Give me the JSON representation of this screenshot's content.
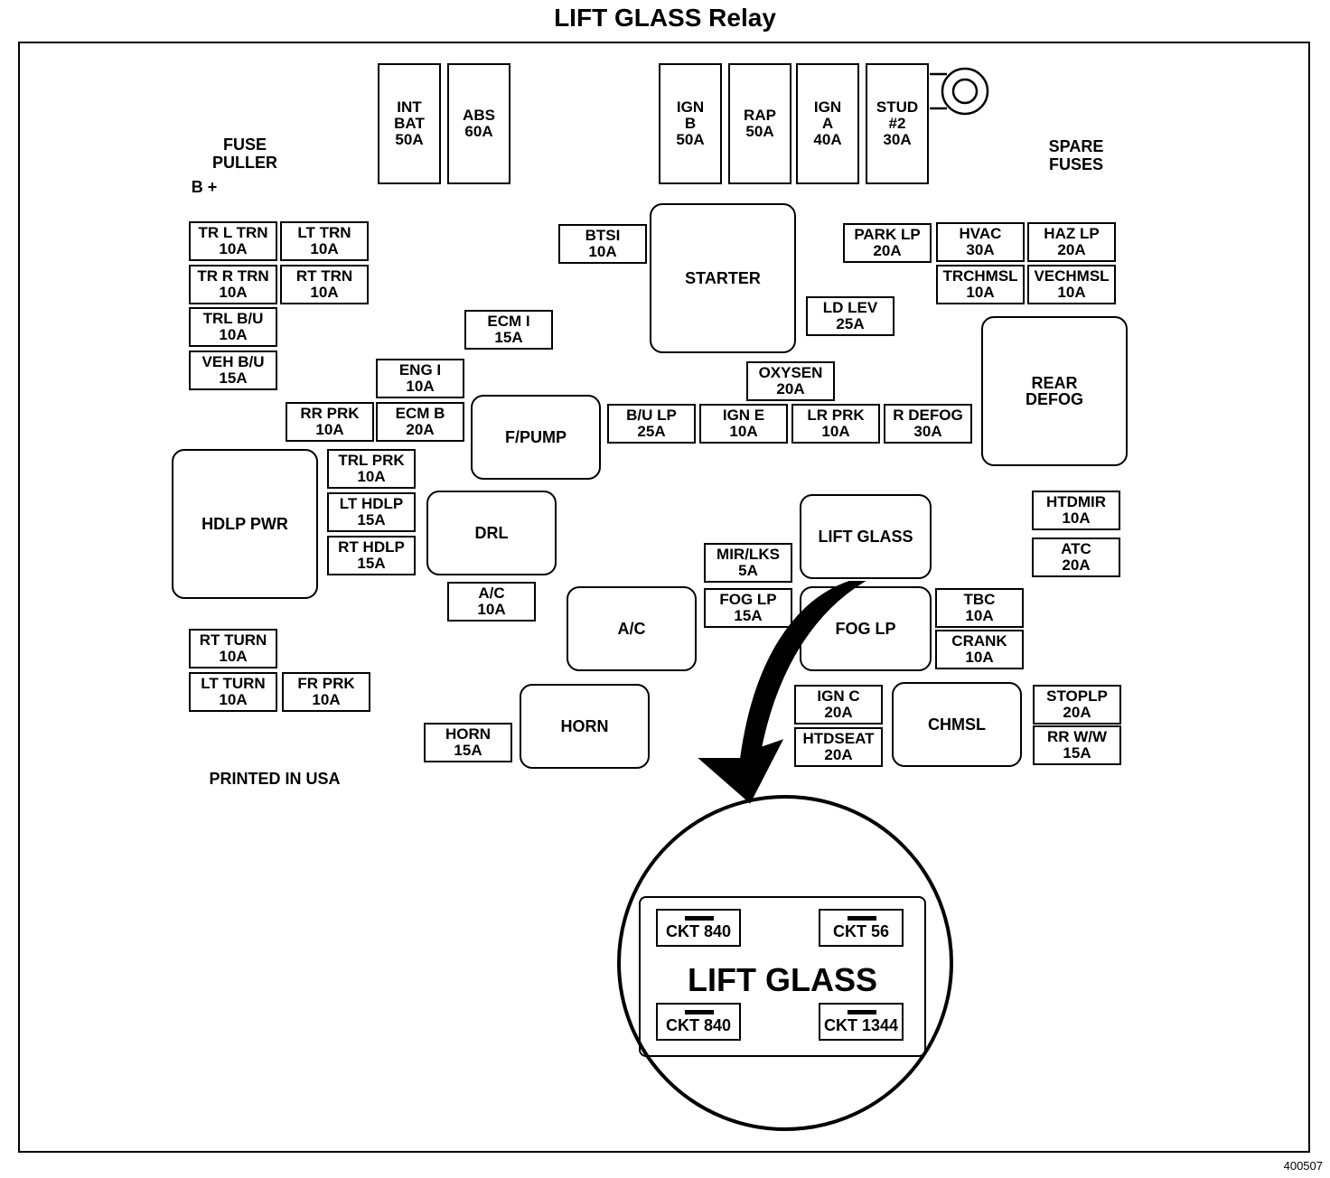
{
  "title": "LIFT GLASS Relay",
  "labels": {
    "fuse_puller": [
      "FUSE",
      "PULLER"
    ],
    "b_plus": "B +",
    "spare_fuses": [
      "SPARE",
      "FUSES"
    ],
    "printed": "PRINTED IN USA",
    "figure_id": "400507"
  },
  "maxi_fuses": [
    {
      "id": "int-bat",
      "lines": [
        "INT",
        "BAT",
        "50A"
      ]
    },
    {
      "id": "abs",
      "lines": [
        "ABS",
        "60A"
      ]
    },
    {
      "id": "ign-b",
      "lines": [
        "IGN",
        "B",
        "50A"
      ]
    },
    {
      "id": "rap",
      "lines": [
        "RAP",
        "50A"
      ]
    },
    {
      "id": "ign-a",
      "lines": [
        "IGN",
        "A",
        "40A"
      ]
    },
    {
      "id": "stud-2",
      "lines": [
        "STUD",
        "#2",
        "30A"
      ]
    }
  ],
  "fuses": [
    {
      "id": "tr-l-trn",
      "lines": [
        "TR L TRN",
        "10A"
      ]
    },
    {
      "id": "lt-trn",
      "lines": [
        "LT TRN",
        "10A"
      ]
    },
    {
      "id": "tr-r-trn",
      "lines": [
        "TR R TRN",
        "10A"
      ]
    },
    {
      "id": "rt-trn",
      "lines": [
        "RT TRN",
        "10A"
      ]
    },
    {
      "id": "trl-bu",
      "lines": [
        "TRL B/U",
        "10A"
      ]
    },
    {
      "id": "veh-bu",
      "lines": [
        "VEH B/U",
        "15A"
      ]
    },
    {
      "id": "btsi",
      "lines": [
        "BTSI",
        "10A"
      ]
    },
    {
      "id": "ecm-i",
      "lines": [
        "ECM I",
        "15A"
      ]
    },
    {
      "id": "eng-i",
      "lines": [
        "ENG I",
        "10A"
      ]
    },
    {
      "id": "rr-prk",
      "lines": [
        "RR PRK",
        "10A"
      ]
    },
    {
      "id": "ecm-b",
      "lines": [
        "ECM B",
        "20A"
      ]
    },
    {
      "id": "trl-prk",
      "lines": [
        "TRL PRK",
        "10A"
      ]
    },
    {
      "id": "lt-hdlp",
      "lines": [
        "LT HDLP",
        "15A"
      ]
    },
    {
      "id": "rt-hdlp",
      "lines": [
        "RT HDLP",
        "15A"
      ]
    },
    {
      "id": "ac-fuse",
      "lines": [
        "A/C",
        "10A"
      ]
    },
    {
      "id": "rt-turn",
      "lines": [
        "RT TURN",
        "10A"
      ]
    },
    {
      "id": "lt-turn",
      "lines": [
        "LT TURN",
        "10A"
      ]
    },
    {
      "id": "fr-prk",
      "lines": [
        "FR PRK",
        "10A"
      ]
    },
    {
      "id": "horn-fuse",
      "lines": [
        "HORN",
        "15A"
      ]
    },
    {
      "id": "park-lp",
      "lines": [
        "PARK LP",
        "20A"
      ]
    },
    {
      "id": "hvac",
      "lines": [
        "HVAC",
        "30A"
      ]
    },
    {
      "id": "haz-lp",
      "lines": [
        "HAZ LP",
        "20A"
      ]
    },
    {
      "id": "trchmsl",
      "lines": [
        "TRCHMSL",
        "10A"
      ]
    },
    {
      "id": "vechmsl",
      "lines": [
        "VECHMSL",
        "10A"
      ]
    },
    {
      "id": "ld-lev",
      "lines": [
        "LD LEV",
        "25A"
      ]
    },
    {
      "id": "oxysen",
      "lines": [
        "OXYSEN",
        "20A"
      ]
    },
    {
      "id": "bu-lp",
      "lines": [
        "B/U LP",
        "25A"
      ]
    },
    {
      "id": "ign-e",
      "lines": [
        "IGN E",
        "10A"
      ]
    },
    {
      "id": "lr-prk",
      "lines": [
        "LR PRK",
        "10A"
      ]
    },
    {
      "id": "r-defog",
      "lines": [
        "R DEFOG",
        "30A"
      ]
    },
    {
      "id": "htdmir",
      "lines": [
        "HTDMIR",
        "10A"
      ]
    },
    {
      "id": "atc",
      "lines": [
        "ATC",
        "20A"
      ]
    },
    {
      "id": "mir-lks",
      "lines": [
        "MIR/LKS",
        "5A"
      ]
    },
    {
      "id": "fog-lp-fuse",
      "lines": [
        "FOG LP",
        "15A"
      ]
    },
    {
      "id": "tbc",
      "lines": [
        "TBC",
        "10A"
      ]
    },
    {
      "id": "crank",
      "lines": [
        "CRANK",
        "10A"
      ]
    },
    {
      "id": "ign-c",
      "lines": [
        "IGN C",
        "20A"
      ]
    },
    {
      "id": "htdseat",
      "lines": [
        "HTDSEAT",
        "20A"
      ]
    },
    {
      "id": "stoplp",
      "lines": [
        "STOPLP",
        "20A"
      ]
    },
    {
      "id": "rr-ww",
      "lines": [
        "RR W/W",
        "15A"
      ]
    }
  ],
  "relays": [
    {
      "id": "starter",
      "lines": [
        "STARTER"
      ]
    },
    {
      "id": "rear-defog",
      "lines": [
        "REAR",
        "DEFOG"
      ]
    },
    {
      "id": "f-pump",
      "lines": [
        "F/PUMP"
      ]
    },
    {
      "id": "hdlp-pwr",
      "lines": [
        "HDLP PWR"
      ]
    },
    {
      "id": "drl",
      "lines": [
        "DRL"
      ]
    },
    {
      "id": "lift-glass",
      "lines": [
        "LIFT GLASS"
      ]
    },
    {
      "id": "ac-relay",
      "lines": [
        "A/C"
      ]
    },
    {
      "id": "fog-lp-relay",
      "lines": [
        "FOG LP"
      ]
    },
    {
      "id": "horn-relay",
      "lines": [
        "HORN"
      ]
    },
    {
      "id": "chmsl",
      "lines": [
        "CHMSL"
      ]
    }
  ],
  "inset": {
    "title": "LIFT GLASS",
    "circuits": [
      "CKT 840",
      "CKT 56",
      "CKT 840",
      "CKT 1344"
    ]
  }
}
